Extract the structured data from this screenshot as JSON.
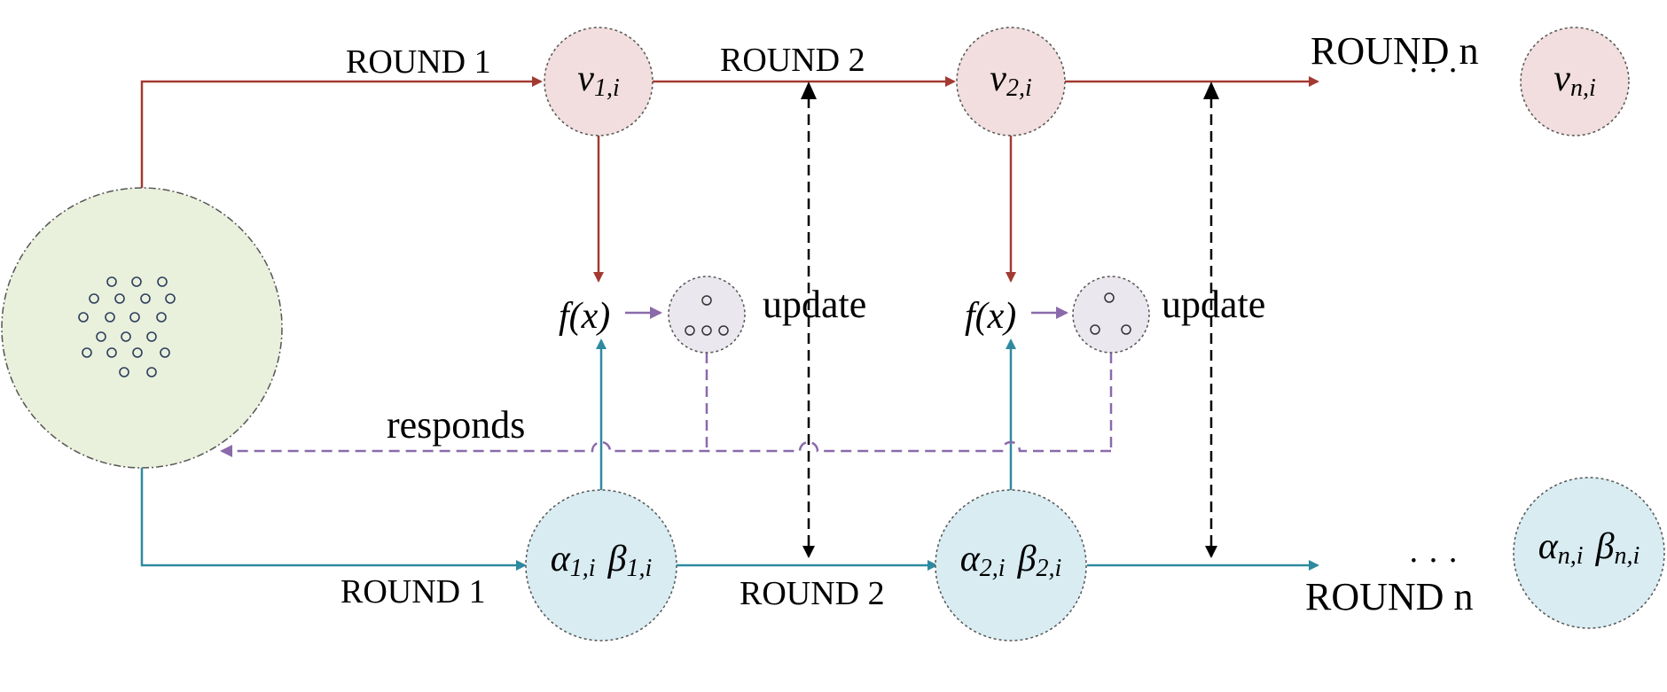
{
  "colors": {
    "red_line": "#a33a32",
    "teal_line": "#2e8aa0",
    "purple_line": "#8a6aaa",
    "black_dashed": "#000000",
    "red_node_fill": "#f2dede",
    "teal_node_fill": "#d8ecf2",
    "green_node_fill": "#e9f0dc",
    "small_node_fill": "#ebe7ee"
  },
  "labels": {
    "round1_top": "ROUND 1",
    "round2_top": "ROUND 2",
    "roundn_top": "ROUND n",
    "round1_bottom": "ROUND 1",
    "round2_bottom": "ROUND 2",
    "roundn_bottom": "ROUND n",
    "update_1": "update",
    "update_2": "update",
    "responds": "responds",
    "ellipsis_top": "· · ·",
    "ellipsis_bottom": "· · ·",
    "fx_1": "f(x)",
    "fx_2": "f(x)"
  },
  "nodes": {
    "v1": {
      "base": "v",
      "sub": "1,i"
    },
    "v2": {
      "base": "v",
      "sub": "2,i"
    },
    "vn": {
      "base": "v",
      "sub": "n,i"
    },
    "ab1": {
      "alpha": "α",
      "alpha_sub": "1,i",
      "beta": "β",
      "beta_sub": "1,i"
    },
    "ab2": {
      "alpha": "α",
      "alpha_sub": "2,i",
      "beta": "β",
      "beta_sub": "2,i"
    },
    "abn": {
      "alpha": "α",
      "alpha_sub": "n,i",
      "beta": "β",
      "beta_sub": "n,i"
    }
  }
}
